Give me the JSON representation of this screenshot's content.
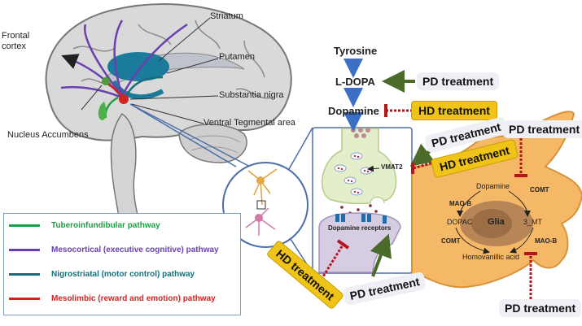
{
  "brain_labels": {
    "frontal_cortex": "Frontal\ncortex",
    "striatum": "Striatum",
    "putamen": "Putamen",
    "substantia_nigra": "Substantia nigra",
    "nucleus_accumbens": "Nucleus Accumbens",
    "vta": "Ventral Tegmental area"
  },
  "legend": [
    {
      "label": "Tuberoinfundibular pathway",
      "color": "#1e9e45"
    },
    {
      "label": "Mesocortical (executive cognitive) pathway",
      "color": "#6a3fb0"
    },
    {
      "label": "Nigrostriatal (motor control) pathway",
      "color": "#136f7c"
    },
    {
      "label": "Mesolimbic (reward and emotion) pathway",
      "color": "#d42323"
    }
  ],
  "synthesis": {
    "tyrosine": "Tyrosine",
    "ldopa": "L-DOPA",
    "dopamine": "Dopamine"
  },
  "synapse": {
    "vmat2": "VMAT2",
    "receptors": "Dopamine receptors"
  },
  "glia": {
    "glia": "Glia",
    "dopamine": "Dopamine",
    "maob_left": "MAO-B",
    "comt_top": "COMT",
    "dopac": "DOPAC",
    "three_mt": "3_MT",
    "comt_bottom": "COMT",
    "maob_right": "MAO-B",
    "hva": "Homovanillic acid"
  },
  "treatments": {
    "pd": "PD treatment",
    "hd": "HD treatment"
  },
  "colors": {
    "pd_arrow": "#4a6b2a",
    "hd_inhibit": "#b5161b",
    "hd_box": "#f0c417",
    "pd_box": "#eef0f6",
    "glia": "#f4b866",
    "flow_arrow": "#3b6fc6"
  }
}
